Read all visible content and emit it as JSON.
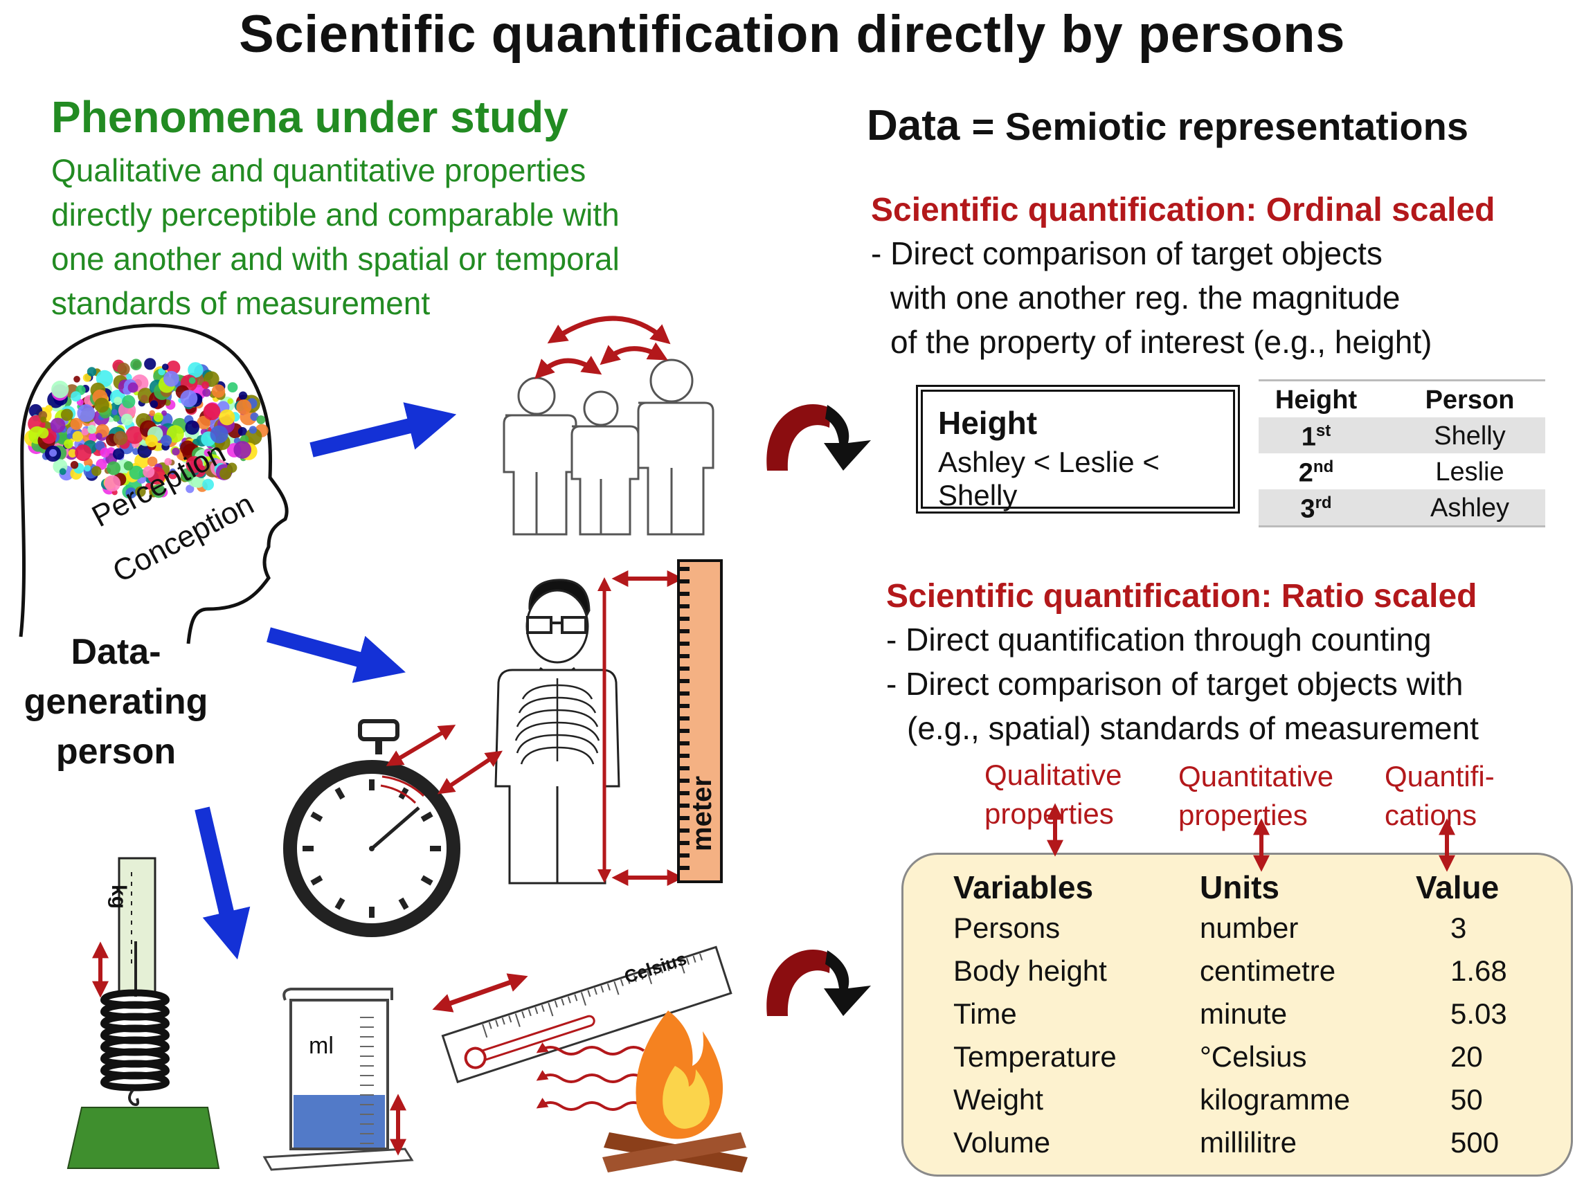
{
  "title": "Scientific quantification directly by persons",
  "phenomena": {
    "heading": "Phenomena under study",
    "lines": [
      "Qualitative and quantitative properties",
      "directly perceptible and comparable with",
      "one another and with spatial or temporal",
      "standards of measurement"
    ]
  },
  "head": {
    "perception": "Perception",
    "conception": "Conception",
    "person_lines": [
      "Data-",
      "generating",
      "person"
    ]
  },
  "data_heading": {
    "left": "Data",
    "right": "= Semiotic representations"
  },
  "ordinal": {
    "heading": "Scientific quantification: Ordinal scaled",
    "lines": [
      "- Direct comparison of target objects",
      "with one another reg. the magnitude",
      "of the property of interest (e.g., height)"
    ],
    "box_title": "Height",
    "box_value": "Ashley < Leslie < Shelly",
    "table_headers": [
      "Height",
      "Person"
    ],
    "rows": [
      {
        "rank": "1",
        "suffix": "st",
        "person": "Shelly"
      },
      {
        "rank": "2",
        "suffix": "nd",
        "person": "Leslie"
      },
      {
        "rank": "3",
        "suffix": "rd",
        "person": "Ashley"
      }
    ]
  },
  "ratio": {
    "heading": "Scientific quantification: Ratio scaled",
    "lines": [
      "- Direct quantification through  counting",
      "- Direct comparison of target objects with",
      "(e.g., spatial) standards of measurement"
    ],
    "labels": [
      [
        "Qualitative",
        "properties"
      ],
      [
        "Quantitative",
        "properties"
      ],
      [
        "Quantifi-",
        "cations"
      ]
    ],
    "table_headers": [
      "Variables",
      "Units",
      "Value"
    ],
    "rows": [
      {
        "variable": "Persons",
        "unit": "number",
        "value": "3"
      },
      {
        "variable": "Body height",
        "unit": "centimetre",
        "value": "1.68"
      },
      {
        "variable": "Time",
        "unit": "minute",
        "value": "5.03"
      },
      {
        "variable": "Temperature",
        "unit": "°Celsius",
        "value": "20"
      },
      {
        "variable": "Weight",
        "unit": "kilogramme",
        "value": "50"
      },
      {
        "variable": "Volume",
        "unit": "millilitre",
        "value": "500"
      }
    ]
  },
  "instrument_labels": {
    "meter": "meter",
    "kg": "kg",
    "ml": "ml",
    "celsius": "Celsius"
  },
  "colors": {
    "title_green": "#228b22",
    "heading_red": "#b3181b",
    "arrow_blue": "#1431d6",
    "arrow_red": "#b3181b",
    "box_fill": "#fdf2cf",
    "ruler": "#f4b183"
  }
}
